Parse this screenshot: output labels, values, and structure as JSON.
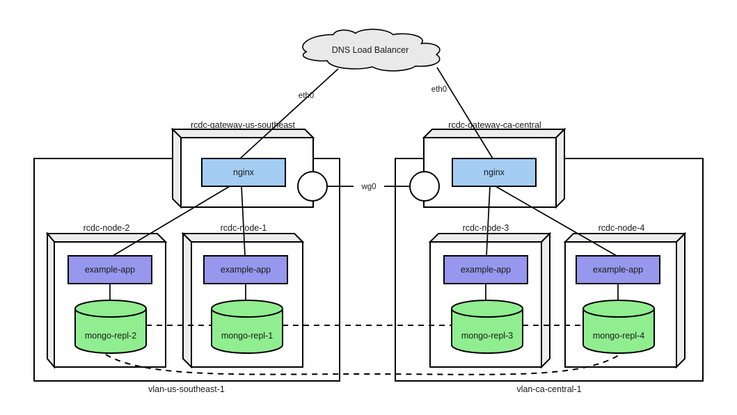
{
  "diagram": {
    "cloud": {
      "label": "DNS Load Balancer"
    },
    "links": {
      "eth0_left": "eth0",
      "eth0_right": "eth0",
      "wg0": "wg0"
    },
    "gateways": [
      {
        "name": "rcdc-gateway-us-southeast",
        "service": "nginx"
      },
      {
        "name": "rcdc-gateway-ca-central",
        "service": "nginx"
      }
    ],
    "vlans": [
      {
        "name": "vlan-us-southeast-1"
      },
      {
        "name": "vlan-ca-central-1"
      }
    ],
    "nodes": [
      {
        "name": "rcdc-node-2",
        "app": "example-app",
        "db": "mongo-repl-2"
      },
      {
        "name": "rcdc-node-1",
        "app": "example-app",
        "db": "mongo-repl-1"
      },
      {
        "name": "rcdc-node-3",
        "app": "example-app",
        "db": "mongo-repl-3"
      },
      {
        "name": "rcdc-node-4",
        "app": "example-app",
        "db": "mongo-repl-4"
      }
    ],
    "colors": {
      "nginx": "#a4cdf4",
      "app": "#9797ee",
      "db": "#90ee90",
      "cloud": "#e9e9e9",
      "face": "#ededed",
      "container": "#ffffff"
    }
  }
}
